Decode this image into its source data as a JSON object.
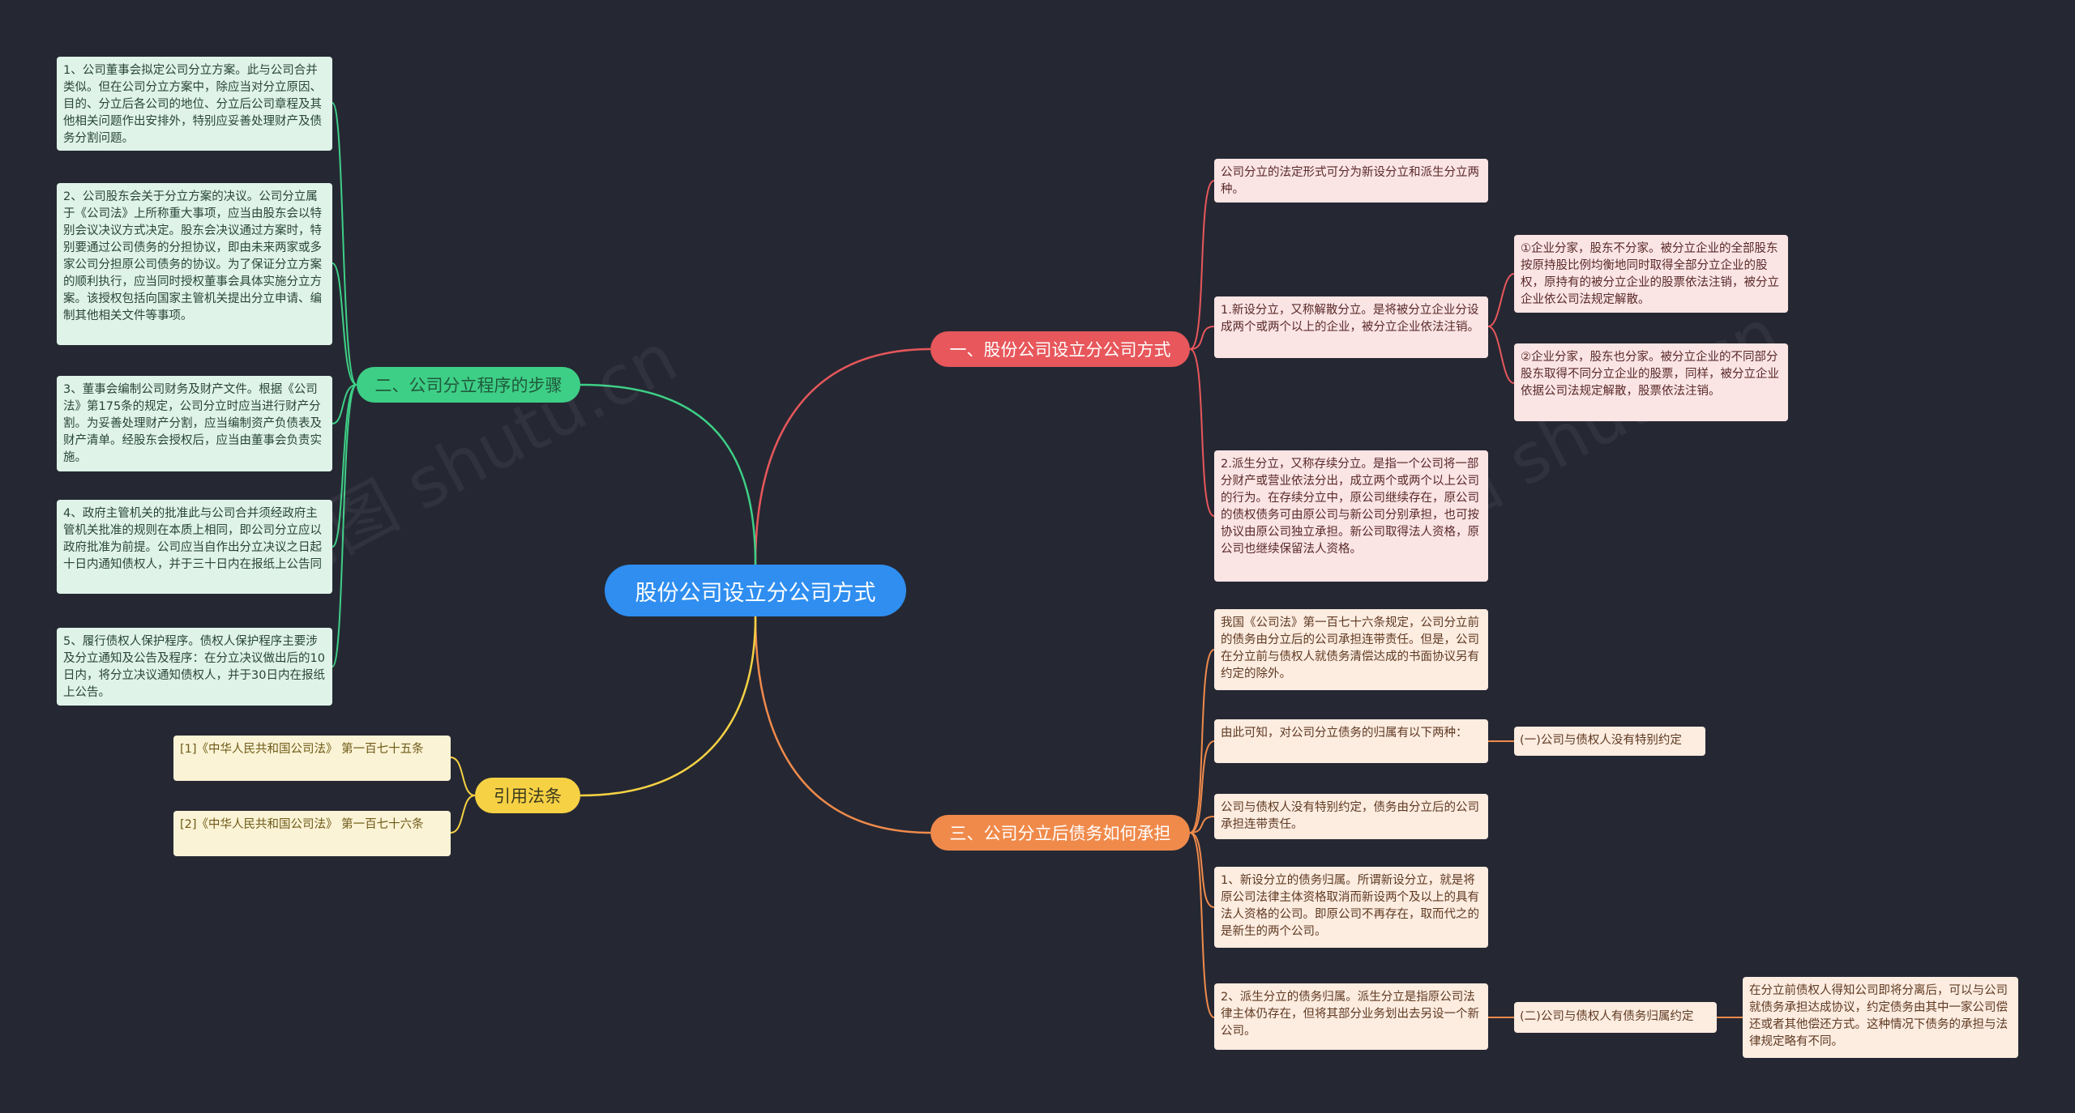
{
  "center": {
    "label": "股份公司设立分公司方式"
  },
  "branches": {
    "b1": "一、股份公司设立分公司方式",
    "b2": "二、公司分立程序的步骤",
    "b3": "三、公司分立后债务如何承担",
    "b4": "引用法条"
  },
  "b1_nodes": {
    "n1": "公司分立的法定形式可分为新设分立和派生分立两种。",
    "n2": "1.新设分立，又称解散分立。是将被分立企业分设成两个或两个以上的企业，被分立企业依法注销。",
    "n2a": "①企业分家，股东不分家。被分立企业的全部股东按原持股比例均衡地同时取得全部分立企业的股权，原持有的被分立企业的股票依法注销，被分立企业依公司法规定解散。",
    "n2b": "②企业分家，股东也分家。被分立企业的不同部分股东取得不同分立企业的股票，同样，被分立企业依据公司法规定解散，股票依法注销。",
    "n3": "2.派生分立，又称存续分立。是指一个公司将一部分财产或营业依法分出，成立两个或两个以上公司的行为。在存续分立中，原公司继续存在，原公司的债权债务可由原公司与新公司分别承担，也可按协议由原公司独立承担。新公司取得法人资格，原公司也继续保留法人资格。"
  },
  "b2_nodes": {
    "s1": "1、公司董事会拟定公司分立方案。此与公司合并类似。但在公司分立方案中，除应当对分立原因、目的、分立后各公司的地位、分立后公司章程及其他相关问题作出安排外，特别应妥善处理财产及债务分割问题。",
    "s2": "2、公司股东会关于分立方案的决议。公司分立属于《公司法》上所称重大事项，应当由股东会以特别会议决议方式决定。股东会决议通过方案时，特别要通过公司债务的分担协议，即由未来两家或多家公司分担原公司债务的协议。为了保证分立方案的顺利执行，应当同时授权董事会具体实施分立方案。该授权包括向国家主管机关提出分立申请、编制其他相关文件等事项。",
    "s3": "3、董事会编制公司财务及财产文件。根据《公司法》第175条的规定，公司分立时应当进行财产分割。为妥善处理财产分割，应当编制资产负债表及财产清单。经股东会授权后，应当由董事会负责实施。",
    "s4": "4、政府主管机关的批准此与公司合并须经政府主管机关批准的规则在本质上相同，即公司分立应以政府批准为前提。公司应当自作出分立决议之日起十日内通知债权人，并于三十日内在报纸上公告同",
    "s5": "5、履行债权人保护程序。债权人保护程序主要涉及分立通知及公告及程序：在分立决议做出后的10日内，将分立决议通知债权人，并于30日内在报纸上公告。"
  },
  "b3_nodes": {
    "d1": "我国《公司法》第一百七十六条规定，公司分立前的债务由分立后的公司承担连带责任。但是，公司在分立前与债权人就债务清偿达成的书面协议另有约定的除外。",
    "d2": "由此可知，对公司分立债务的归属有以下两种：",
    "d2a": "(一)公司与债权人没有特别约定",
    "d3": "公司与债权人没有特别约定，债务由分立后的公司承担连带责任。",
    "d4": "1、新设分立的债务归属。所谓新设分立，就是将原公司法律主体资格取消而新设两个及以上的具有法人资格的公司。即原公司不再存在，取而代之的是新生的两个公司。",
    "d5": "2、派生分立的债务归属。派生分立是指原公司法律主体仍存在，但将其部分业务划出去另设一个新公司。",
    "d5a": "(二)公司与债权人有债务归属约定",
    "d5b": "在分立前债权人得知公司即将分离后，可以与公司就债务承担达成协议，约定债务由其中一家公司偿还或者其他偿还方式。这种情况下债务的承担与法律规定略有不同。"
  },
  "b4_nodes": {
    "r1": "[1]《中华人民共和国公司法》 第一百七十五条",
    "r2": "[2]《中华人民共和国公司法》 第一百七十六条"
  },
  "colors": {
    "background": "#252833",
    "center": "#2f8ef0",
    "branch1": "#e7575b",
    "branch2": "#3ecf86",
    "branch3": "#f08a4b",
    "branch4": "#f6d144"
  }
}
